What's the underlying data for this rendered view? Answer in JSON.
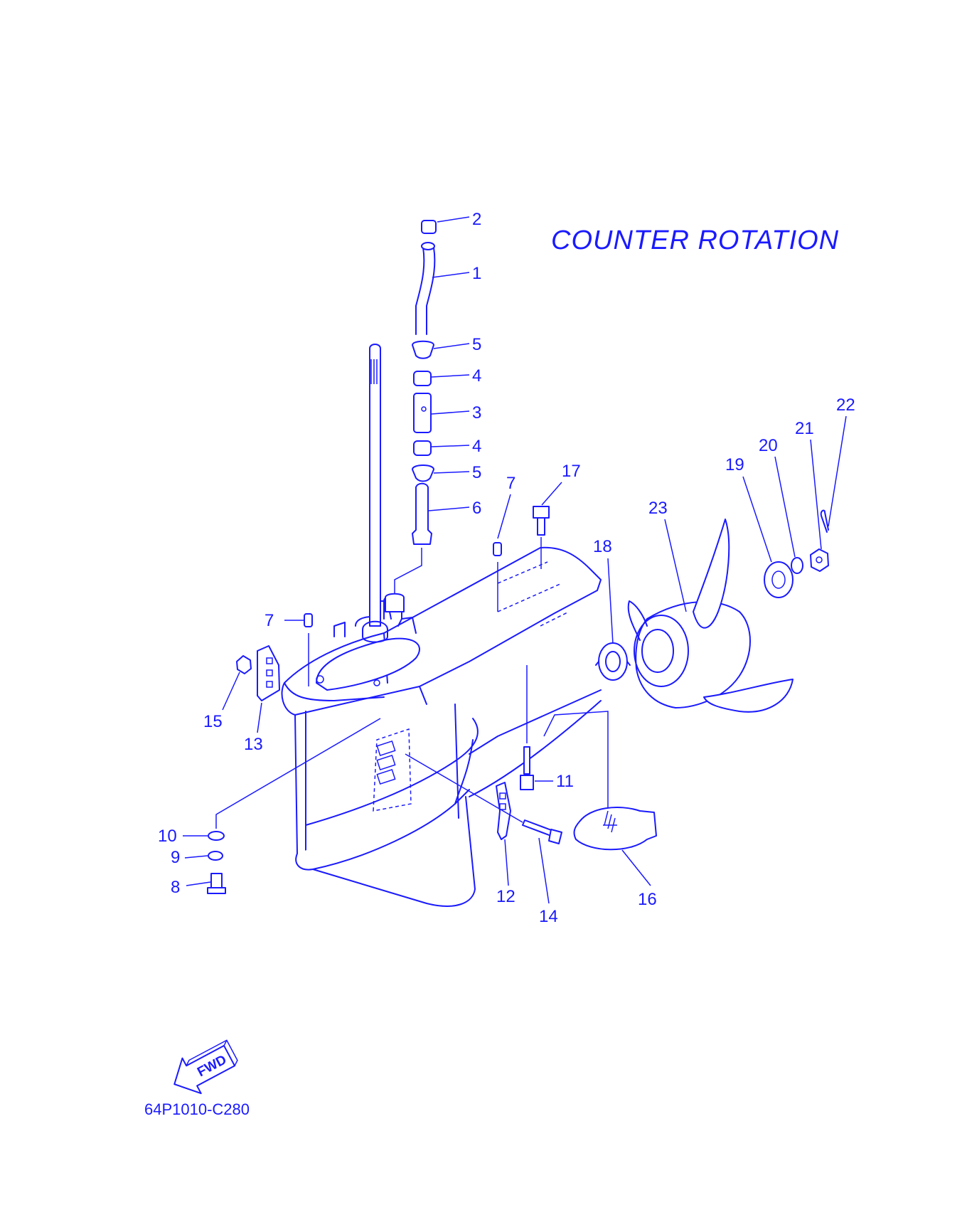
{
  "title": "COUNTER  ROTATION",
  "drawing_code": "64P1010-C280",
  "fwd_label": "FWD",
  "callouts": [
    "2",
    "1",
    "5",
    "4",
    "3",
    "4",
    "5",
    "6",
    "7",
    "17",
    "22",
    "21",
    "20",
    "19",
    "23",
    "18",
    "7",
    "15",
    "13",
    "11",
    "10",
    "9",
    "8",
    "12",
    "14",
    "16"
  ],
  "colors": {
    "ink": "#1a1aff",
    "paper": "#ffffff"
  }
}
